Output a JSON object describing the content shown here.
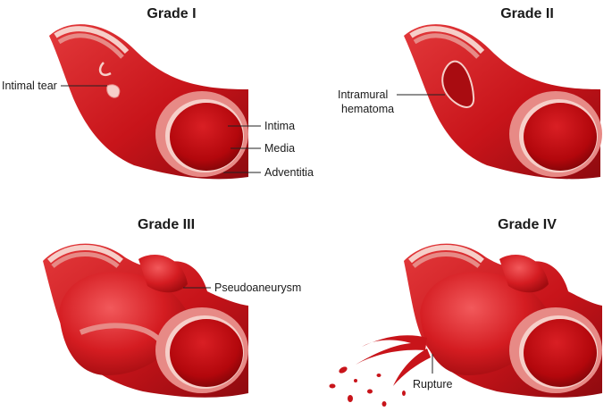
{
  "grades": [
    {
      "title": "Grade I"
    },
    {
      "title": "Grade II"
    },
    {
      "title": "Grade III"
    },
    {
      "title": "Grade IV"
    }
  ],
  "labels": {
    "intimal_tear": "Intimal tear",
    "intima": "Intima",
    "media": "Media",
    "adventitia": "Adventitia",
    "intramural_line1": "Intramural",
    "intramural_line2": "hematoma",
    "pseudoaneurysm": "Pseudoaneurysm",
    "rupture": "Rupture"
  },
  "colors": {
    "blood": "#c8141a",
    "blood_dark": "#8e0a0f",
    "lumen": "#b3070c",
    "media_wall": "#e78a86",
    "intima_line": "#f6cfc9",
    "adventitia": "#d7262a"
  }
}
